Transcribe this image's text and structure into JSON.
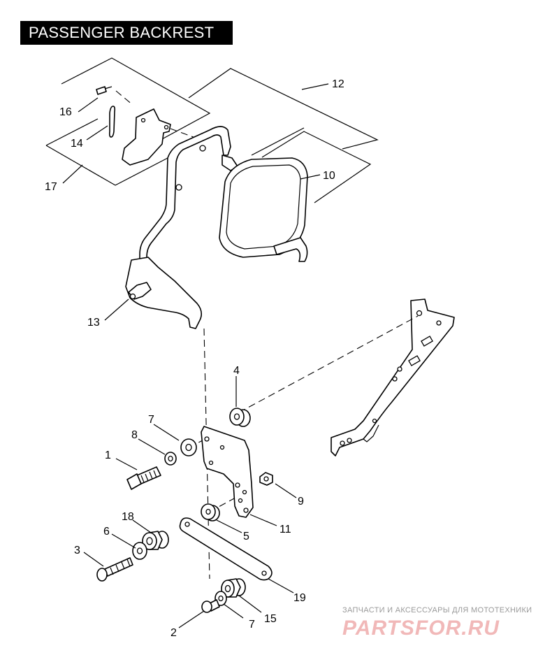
{
  "title": "PASSENGER BACKREST",
  "callouts": {
    "c1": "1",
    "c2": "2",
    "c3": "3",
    "c4": "4",
    "c5": "5",
    "c6": "6",
    "c7a": "7",
    "c7b": "7",
    "c8": "8",
    "c9": "9",
    "c10": "10",
    "c11": "11",
    "c12": "12",
    "c13": "13",
    "c14": "14",
    "c15": "15",
    "c16": "16",
    "c17": "17",
    "c18": "18",
    "c19": "19"
  },
  "watermark": {
    "tagline": "ЗАПЧАСТИ И АКСЕССУАРЫ ДЛЯ МОТОТЕХНИКИ",
    "brand": "PARTSFOR.RU"
  },
  "colors": {
    "title_bg": "#000000",
    "title_fg": "#ffffff",
    "watermark": "#f1b8b8"
  }
}
